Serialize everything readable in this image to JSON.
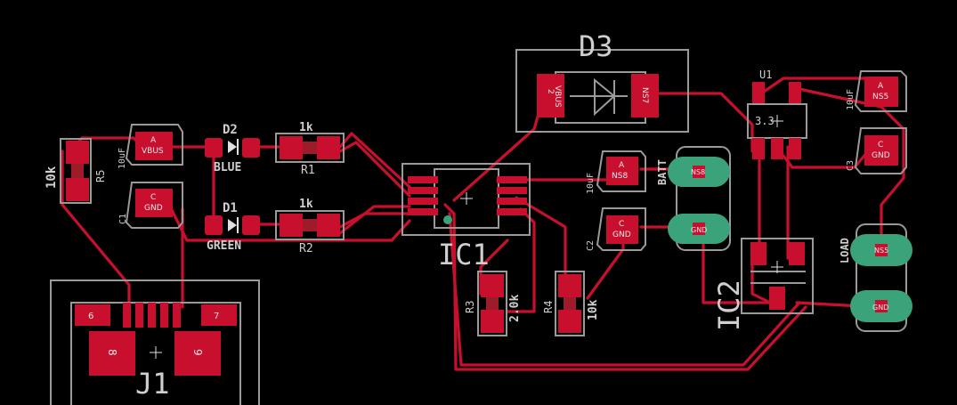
{
  "board": {
    "background": "#000000",
    "colors": {
      "copper": "#c8102e",
      "silk": "#cfcfcf",
      "outline": "#9a9a9a",
      "through_hole": "#3aa37a"
    }
  },
  "components": {
    "d3": {
      "name": "D3",
      "pad1": "2",
      "pad1_net": "VBUS",
      "pad2_net": "NS7"
    },
    "d2": {
      "name": "D2",
      "value": "BLUE"
    },
    "d1": {
      "name": "D1",
      "value": "GREEN"
    },
    "r1": {
      "name": "R1",
      "value": "1k"
    },
    "r2": {
      "name": "R2",
      "value": "1k"
    },
    "r3": {
      "name": "R3",
      "value": "2.0k"
    },
    "r4": {
      "name": "R4",
      "value": "10k"
    },
    "r5": {
      "name": "R5",
      "value": "10k"
    },
    "c1": {
      "name": "C1",
      "value": "10uF",
      "pad_a": "A",
      "pad_a_net": "VBUS",
      "pad_c": "C",
      "pad_c_net": "GND"
    },
    "c2": {
      "name": "C2",
      "value": "10uF",
      "pad_a": "A",
      "pad_a_net": "NS8",
      "pad_c": "C",
      "pad_c_net": "GND"
    },
    "c3": {
      "name": "C3",
      "value": "10uF",
      "pad_a": "A",
      "pad_a_net": "NS5",
      "pad_c": "C",
      "pad_c_net": "GND"
    },
    "ic1": {
      "name": "IC1"
    },
    "ic2": {
      "name": "IC2"
    },
    "u1": {
      "name": "U1",
      "value": "3.3"
    },
    "j1": {
      "name": "J1",
      "pin6": "6",
      "pin7": "7",
      "pin8": "8",
      "pin9": "9"
    },
    "batt": {
      "label": "BATT",
      "pad_top": "NS8",
      "pad_bottom": "GND"
    },
    "load": {
      "label": "LOAD",
      "pad_top": "NS5",
      "pad_bottom": "GND"
    }
  }
}
